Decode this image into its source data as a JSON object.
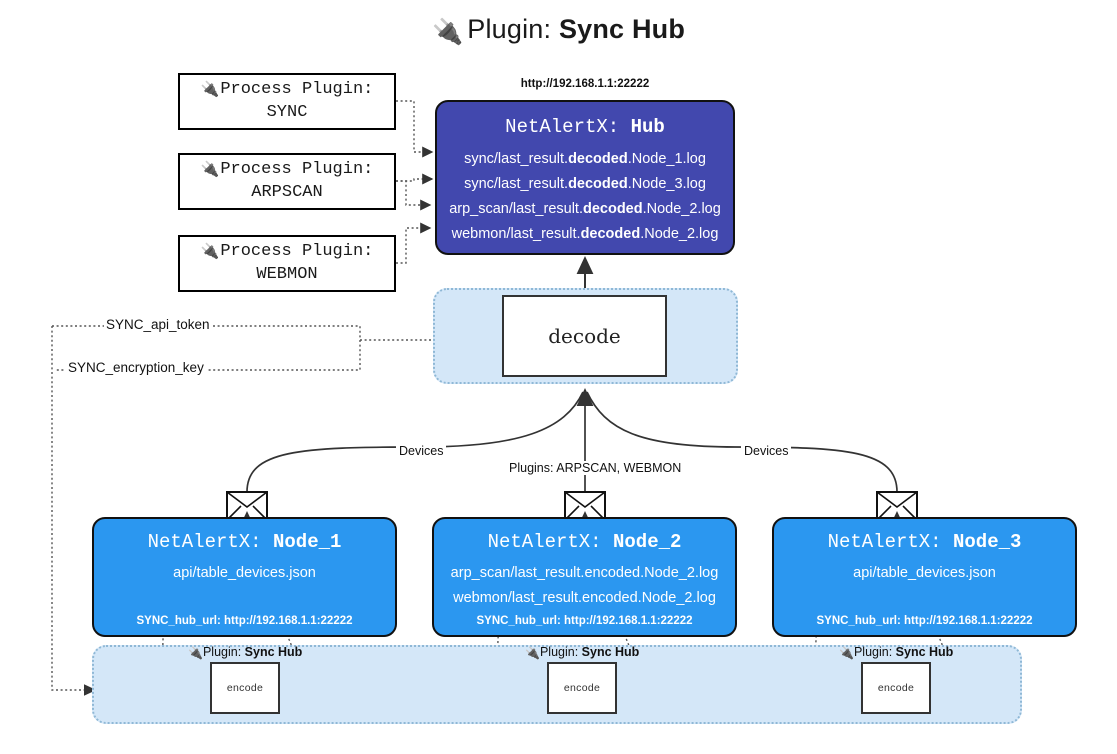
{
  "title": {
    "icon": "plug-icon",
    "prefix": "Plugin:",
    "name": "Sync Hub"
  },
  "process_plugins": [
    {
      "icon": "plug-icon",
      "line1": "Process Plugin:",
      "line2": "SYNC"
    },
    {
      "icon": "plug-icon",
      "line1": "Process Plugin:",
      "line2": "ARPSCAN"
    },
    {
      "icon": "plug-icon",
      "line1": "Process Plugin:",
      "line2": "WEBMON"
    }
  ],
  "hub": {
    "url": "http://192.168.1.1:22222",
    "header_prefix": "NetAlertX:",
    "header_name": "Hub",
    "rows": [
      {
        "pre": "sync/last_result.",
        "mid": "decoded",
        "post": ".Node_1.log"
      },
      {
        "pre": "sync/last_result.",
        "mid": "decoded",
        "post": ".Node_3.log"
      },
      {
        "pre": "arp_scan/last_result.",
        "mid": "decoded",
        "post": ".Node_2.log"
      },
      {
        "pre": "webmon/last_result.",
        "mid": "decoded",
        "post": ".Node_2.log"
      }
    ]
  },
  "decode": {
    "label": "decode"
  },
  "secrets": [
    {
      "label": "SYNC_api_token"
    },
    {
      "label": "SYNC_encryption_key"
    }
  ],
  "edges": {
    "devices_left": "Devices",
    "devices_right": "Devices",
    "plugins_center": "Plugins: ARPSCAN, WEBMON"
  },
  "nodes": [
    {
      "header_prefix": "NetAlertX:",
      "header_name": "Node_1",
      "lines": [
        "api/table_devices.json"
      ],
      "url_label": "SYNC_hub_url: http://192.168.1.1:22222",
      "icon": "envelope-icon"
    },
    {
      "header_prefix": "NetAlertX:",
      "header_name": "Node_2",
      "lines": [
        "arp_scan/last_result.encoded.Node_2.log",
        "webmon/last_result.encoded.Node_2.log"
      ],
      "url_label": "SYNC_hub_url: http://192.168.1.1:22222",
      "icon": "envelope-icon"
    },
    {
      "header_prefix": "NetAlertX:",
      "header_name": "Node_3",
      "lines": [
        "api/table_devices.json"
      ],
      "url_label": "SYNC_hub_url: http://192.168.1.1:22222",
      "icon": "envelope-icon"
    }
  ],
  "encoders": [
    {
      "icon": "plug-icon",
      "prefix": "Plugin:",
      "name": "Sync Hub",
      "box_label": "encode"
    },
    {
      "icon": "plug-icon",
      "prefix": "Plugin:",
      "name": "Sync Hub",
      "box_label": "encode"
    },
    {
      "icon": "plug-icon",
      "prefix": "Plugin:",
      "name": "Sync Hub",
      "box_label": "encode"
    }
  ],
  "colors": {
    "hub": "#4248ae",
    "node": "#2b97f0",
    "container": "#d4e7f8",
    "container_border": "#8fb8d6",
    "stroke": "#333333"
  }
}
